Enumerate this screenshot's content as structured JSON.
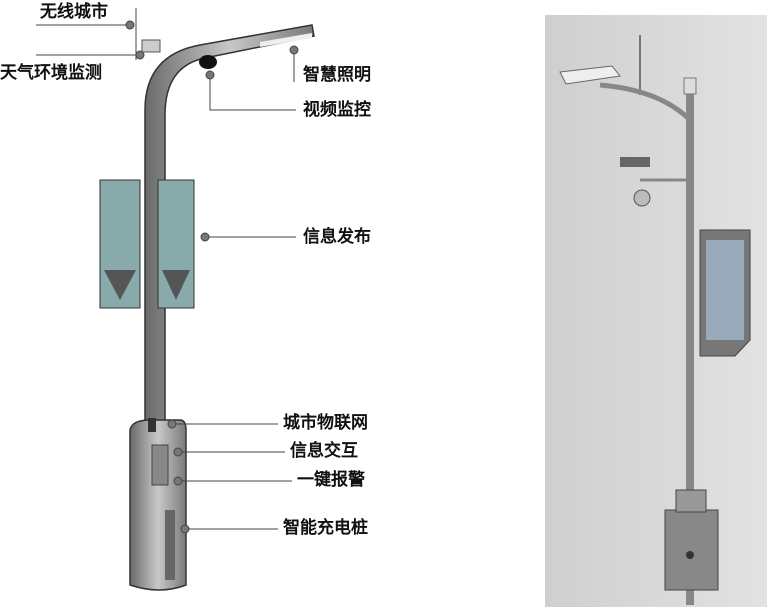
{
  "labels": {
    "wireless_city": "无线城市",
    "weather_monitoring": "天气环境监测",
    "smart_lighting": "智慧照明",
    "video_surveillance": "视频监控",
    "info_publishing": "信息发布",
    "city_iot": "城市物联网",
    "info_interaction": "信息交互",
    "one_key_alarm": "一键报警",
    "smart_charging": "智能充电桩"
  },
  "colors": {
    "text": "#111111",
    "pole": "#9a9a9a",
    "background_right": "#d4d4d4"
  }
}
